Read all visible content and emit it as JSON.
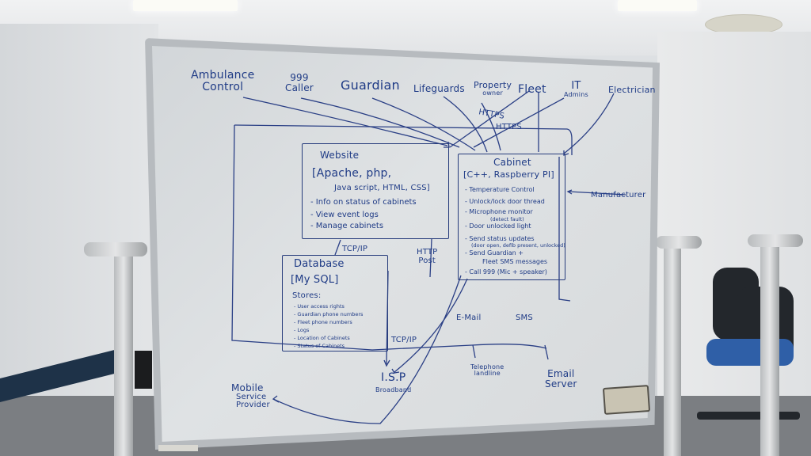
{
  "scene": {
    "description": "Photo of a whiteboard in an office room showing a hand-drawn system architecture diagram",
    "colors": {
      "ink": "#1f3b86",
      "board": "#dadddf",
      "frame": "#b7bbbf",
      "floor": "#7b7e82"
    }
  },
  "actors": {
    "ambulance_control": [
      "Ambulance",
      "Control"
    ],
    "caller": [
      "999",
      "Caller"
    ],
    "guardian": "Guardian",
    "lifeguards": "Lifeguards",
    "property_owner": [
      "Property",
      "owner"
    ],
    "fleet": "Fleet",
    "it_admins": [
      "IT",
      "Admins"
    ],
    "electrician": "Electrician",
    "manufacturer": "Manufacturer"
  },
  "protocols": {
    "https_1": "HTTPS",
    "https_2": "HTTPS",
    "tcp_ip_db": "TCP/IP",
    "http_post": [
      "HTTP",
      "Post"
    ],
    "tcp_ip_isp": "TCP/IP",
    "email": "E-Mail",
    "sms": "SMS"
  },
  "website": {
    "title": "Website",
    "tech": [
      "[Apache, php,",
      "Java script, HTML, CSS]"
    ],
    "items": [
      "- Info on status of cabinets",
      "- View event logs",
      "- Manage cabinets"
    ]
  },
  "cabinet": {
    "title": "Cabinet",
    "tech": "[C++, Raspberry PI]",
    "items": [
      "- Temperature Control",
      "- Unlock/lock door thread",
      "- Microphone monitor",
      "(detect fault)",
      "- Door unlocked light",
      "- Send status updates",
      "(door open, defib present, unlocked)",
      "- Send Guardian +",
      "Fleet SMS messages",
      "- Call 999 (Mic + speaker)"
    ]
  },
  "database": {
    "title": "Database",
    "tech": "[My SQL]",
    "stores_label": "Stores:",
    "items": [
      "- User access rights",
      "- Guardian phone numbers",
      "- Fleet phone numbers",
      "- Logs",
      "- Location of Cabinets",
      "- Status of Cabinets"
    ]
  },
  "external": {
    "isp": [
      "I.S.P",
      "Broadband"
    ],
    "telephone": [
      "Telephone",
      "landline"
    ],
    "email_server": [
      "Email",
      "Server"
    ],
    "mobile_provider": [
      "Mobile",
      "Service",
      "Provider"
    ]
  }
}
